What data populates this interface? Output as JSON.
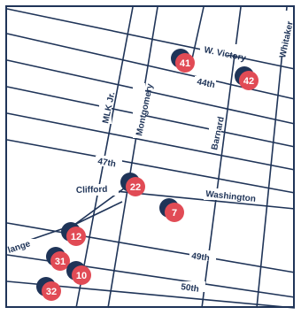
{
  "map": {
    "streets": {
      "w_victory": "W. Victory",
      "whitaker": "Whitaker",
      "forty_fourth": "44th",
      "mlk": "MLK Jr.",
      "montgomery": "Montgomery",
      "barnard": "Barnard",
      "forty_seventh": "47th",
      "clifford": "Clifford",
      "washington": "Washington",
      "grange": "lange",
      "forty_ninth": "49th",
      "fiftieth": "50th"
    },
    "markers": [
      {
        "num": "41"
      },
      {
        "num": "42"
      },
      {
        "num": "22"
      },
      {
        "num": "7"
      },
      {
        "num": "12"
      },
      {
        "num": "31"
      },
      {
        "num": "10"
      },
      {
        "num": "32"
      }
    ],
    "colors": {
      "street": "#1f3458",
      "marker_fill": "#e14b55",
      "marker_shadow": "#1f3458"
    }
  }
}
